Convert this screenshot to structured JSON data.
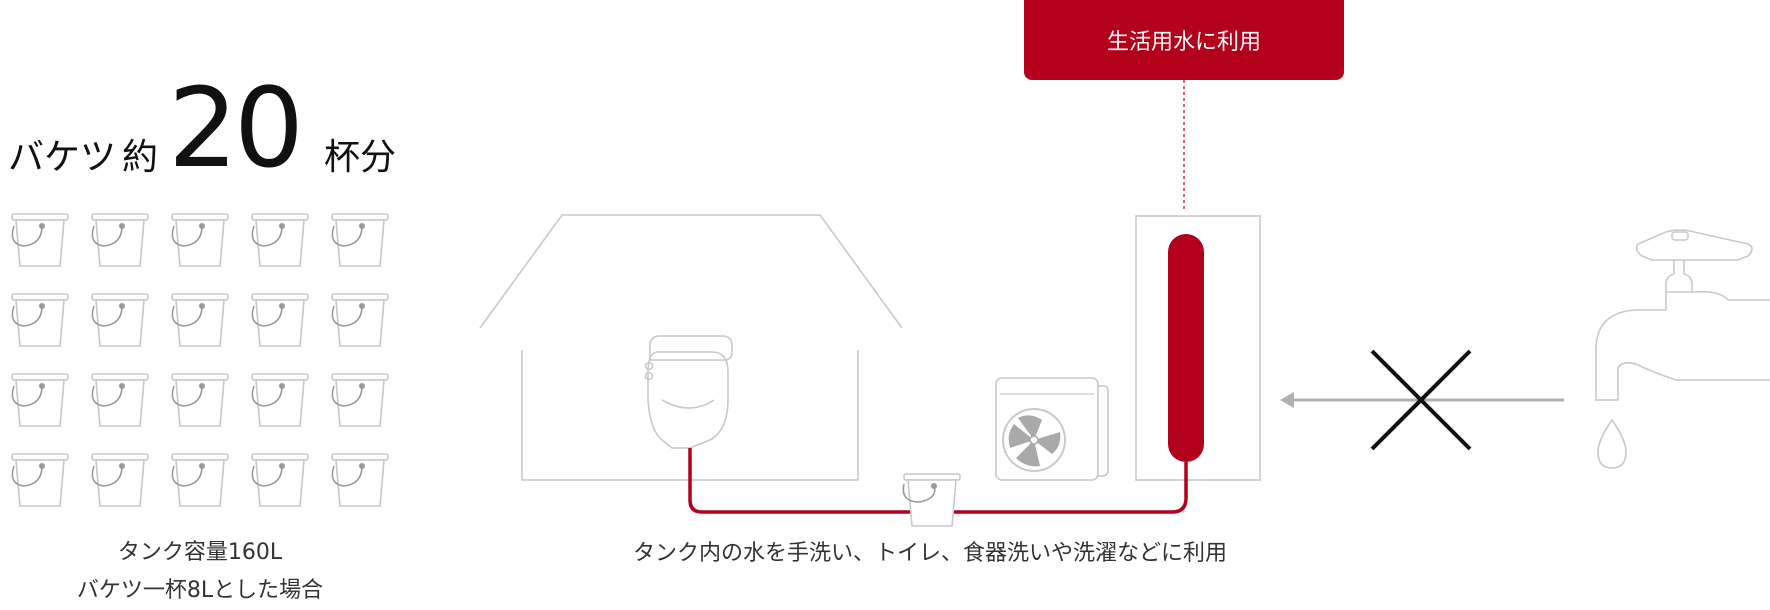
{
  "headline": {
    "prefix": "バケツ",
    "word": "約",
    "number": "20",
    "suffix": "杯分"
  },
  "buckets": {
    "rows": 4,
    "cols": 5,
    "count": 20,
    "icon": "bucket-icon",
    "stroke_color": "#c8c8c8",
    "handle_color": "#9a9a9a"
  },
  "caption_left": {
    "line1": "タンク容量160L",
    "line2": "バケツ一杯8Lとした場合"
  },
  "caption_mid": "タンク内の水を手洗い、トイレ、食器洗いや洗濯などに利用",
  "banner": {
    "label": "生活用水に利用",
    "color": "#b3001b"
  },
  "icons": {
    "house": "house-outline-icon",
    "toilet": "toilet-icon",
    "outdoor_unit": "outdoor-unit-fan-icon",
    "tank": "water-tank-icon",
    "cross": "cross-mark-icon",
    "faucet": "faucet-icon",
    "drop": "water-drop-icon",
    "arrow": "arrow-left-icon"
  },
  "colors": {
    "accent": "#b3001b",
    "line_gray": "#c9c9c9",
    "arrow_gray": "#b0b0b0",
    "cross": "#111111"
  }
}
